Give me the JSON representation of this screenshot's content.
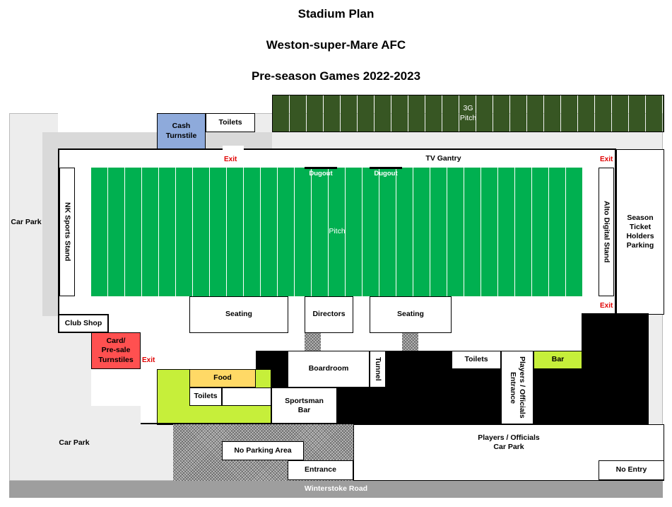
{
  "titles": {
    "line1": "Stadium Plan",
    "line2": "Weston-super-Mare AFC",
    "line3": "Pre-season Games 2022-2023"
  },
  "colors": {
    "pitch": "#00b050",
    "pitch3g": "#375623",
    "turnstile_cash": "#8eaadb",
    "turnstile_card": "#ff5050",
    "food": "#ffd966",
    "bar": "#c6ef3a",
    "exit": "#e00000"
  },
  "areas": {
    "pitch_3g": "3G\nPitch",
    "cash_turnstile": "Cash\nTurnstile",
    "toilets_top": "Toilets",
    "tv_gantry": "TV Gantry",
    "car_park_west": "Car Park",
    "nk_sports_stand": "NK Sports Stand",
    "pitch": "Pitch",
    "dugout_1": "Dugout",
    "dugout_2": "Dugout",
    "alto_digital_stand": "Alto Digital Stand",
    "season_ticket_parking": "Season\nTicket\nHolders\nParking",
    "seating_west": "Seating",
    "directors": "Directors",
    "seating_east": "Seating",
    "club_shop": "Club Shop",
    "card_turnstiles": "Card/\nPre-sale\nTurnstiles",
    "boardroom": "Boardroom",
    "tunnel": "Tunnel",
    "toilets_south": "Toilets",
    "players_entrance": "Players / Officials\nEntrance",
    "bar": "Bar",
    "food": "Food",
    "toilets_small": "Toilets",
    "sportsman_bar": "Sportsman\nBar",
    "car_park_south": "Car Park",
    "no_parking": "No Parking Area",
    "players_car_park": "Players / Officials\nCar Park",
    "entrance": "Entrance",
    "no_entry": "No Entry",
    "road": "Winterstoke Road"
  },
  "exits": {
    "top": "Exit",
    "top_right": "Exit",
    "right": "Exit",
    "left": "Exit"
  }
}
